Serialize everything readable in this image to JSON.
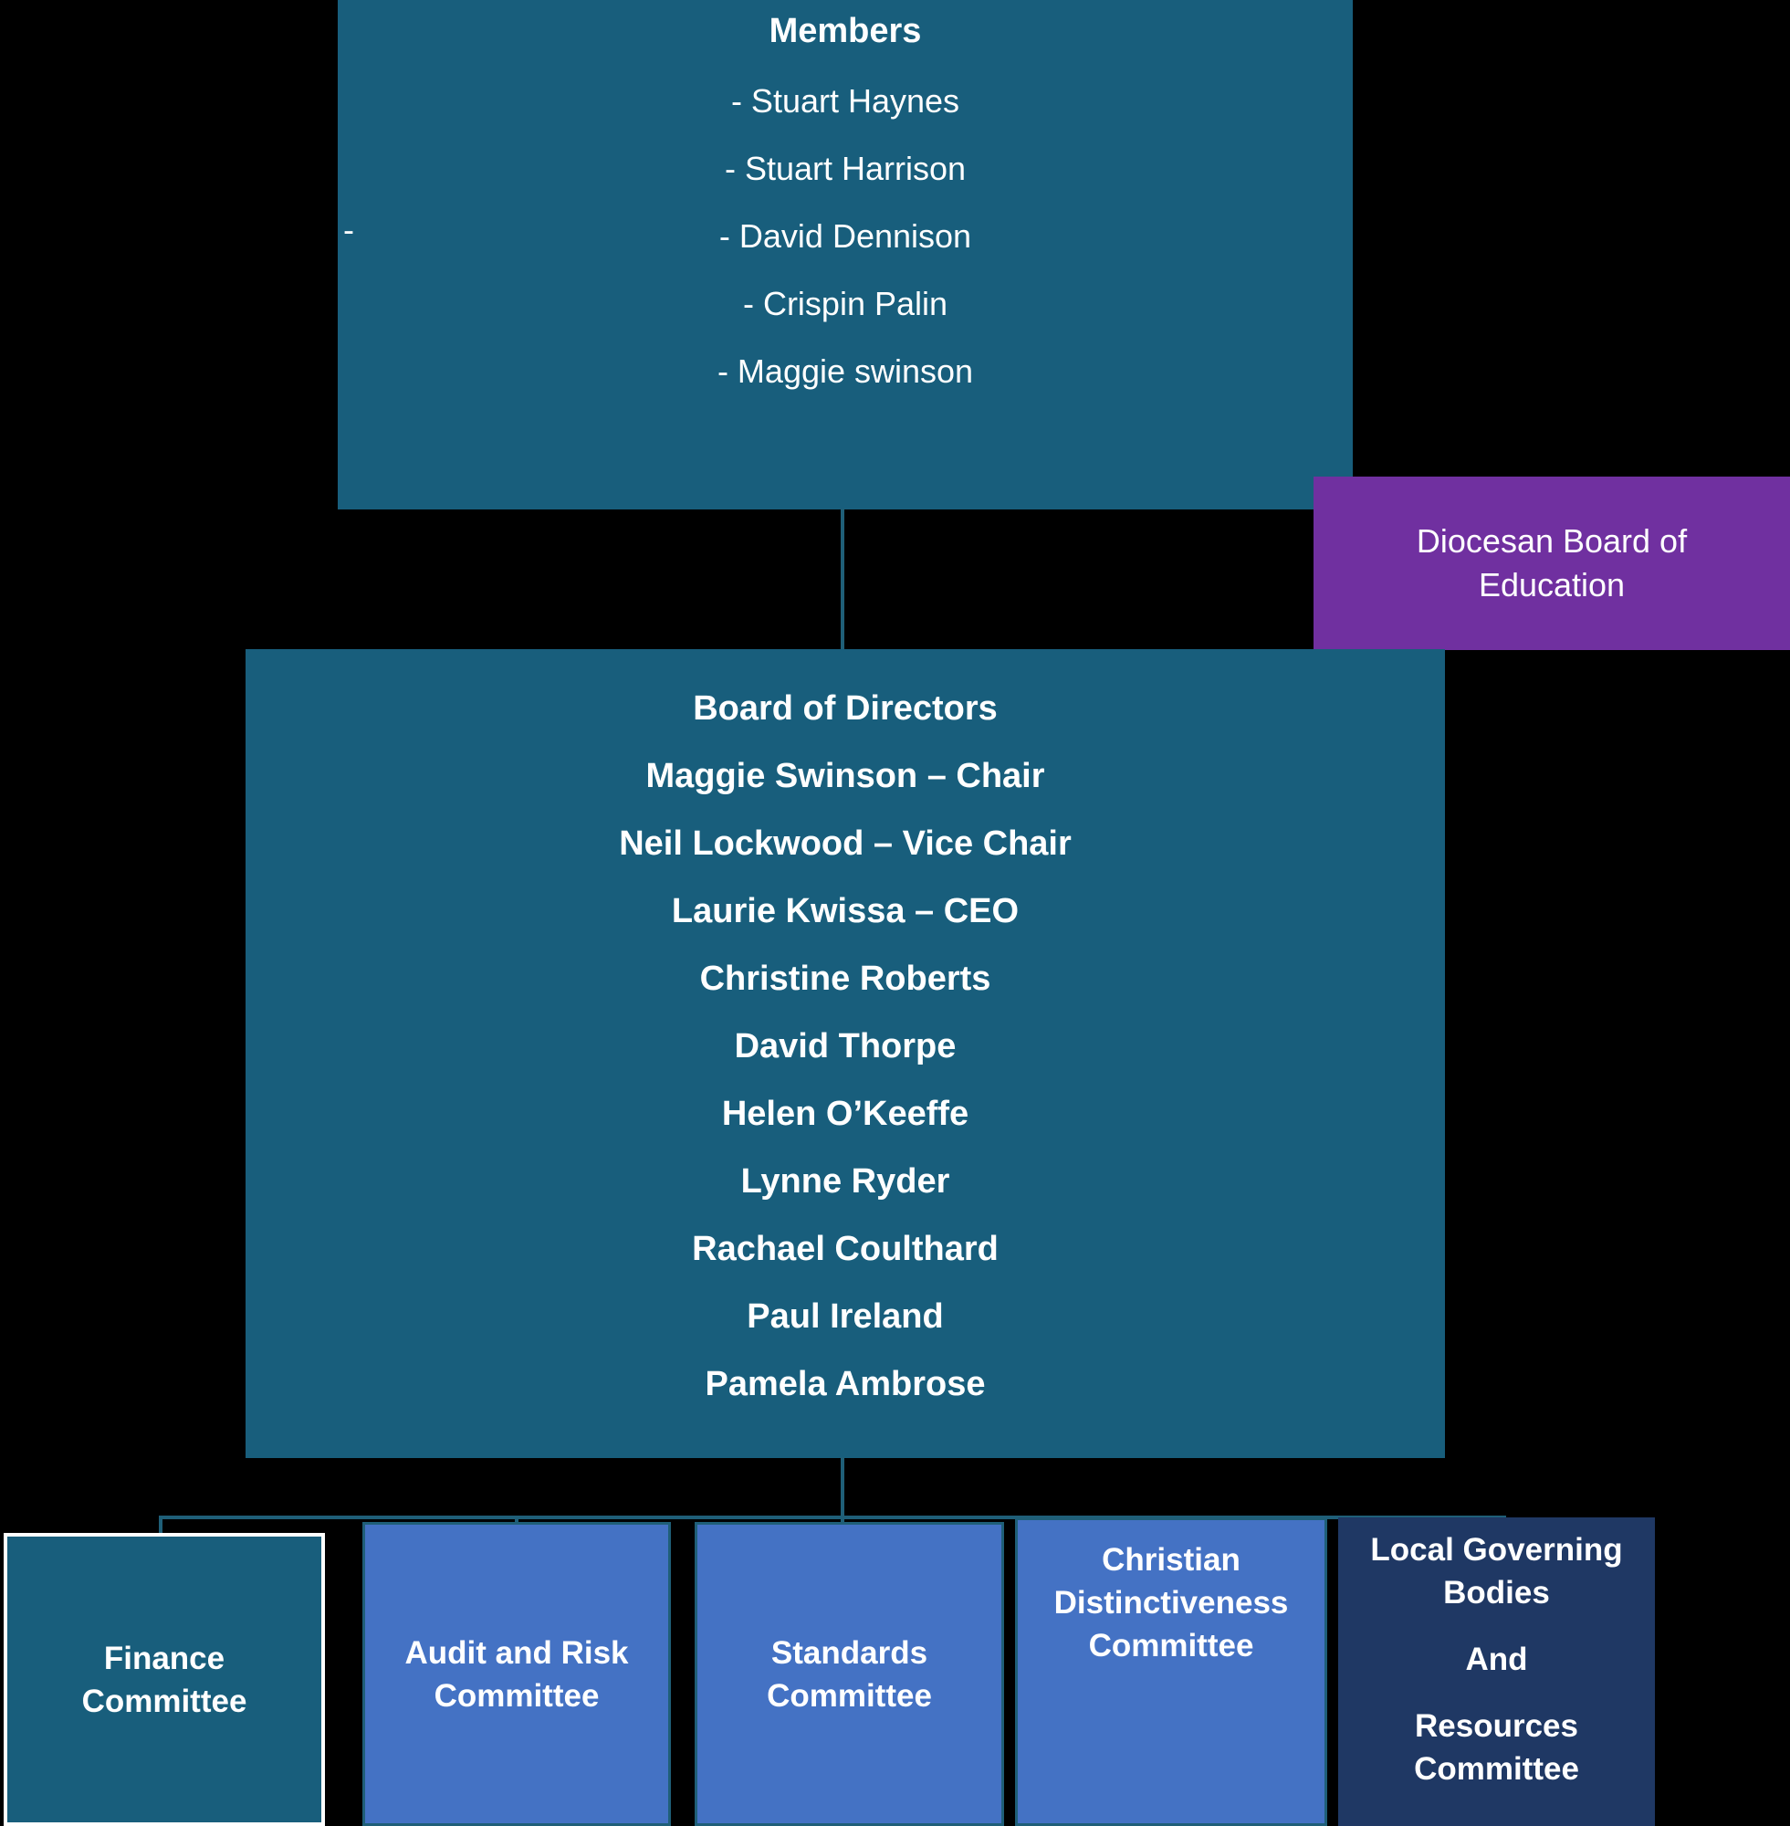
{
  "colors": {
    "background": "#000000",
    "teal_box": "#185E7C",
    "blue_box": "#4472C4",
    "navy_box": "#1F3864",
    "purple_box": "#7030A0",
    "connector": "#1F5F78",
    "text": "#FFFFFF"
  },
  "members_box": {
    "title": "Members",
    "stray_dash": "-",
    "items": [
      "- Stuart Haynes",
      "- Stuart Harrison",
      "- David Dennison",
      "- Crispin Palin",
      "- Maggie swinson"
    ]
  },
  "dbe_box": {
    "label": "Diocesan Board of Education"
  },
  "board_box": {
    "title": "Board of Directors",
    "members": [
      "Maggie Swinson – Chair",
      "Neil Lockwood – Vice Chair",
      "Laurie Kwissa – CEO",
      "Christine Roberts",
      "David Thorpe",
      "Helen O’Keeffe",
      "Lynne Ryder",
      "Rachael Coulthard",
      "Paul Ireland",
      "Pamela Ambrose"
    ]
  },
  "committees": {
    "finance": {
      "label": "Finance Committee"
    },
    "audit": {
      "label": "Audit and Risk Committee"
    },
    "standards": {
      "label": "Standards Committee"
    },
    "christian": {
      "label": "Christian Distinctiveness Committee"
    },
    "local": {
      "line1": "Local Governing Bodies",
      "line2": "And",
      "line3": "Resources Committee"
    }
  }
}
